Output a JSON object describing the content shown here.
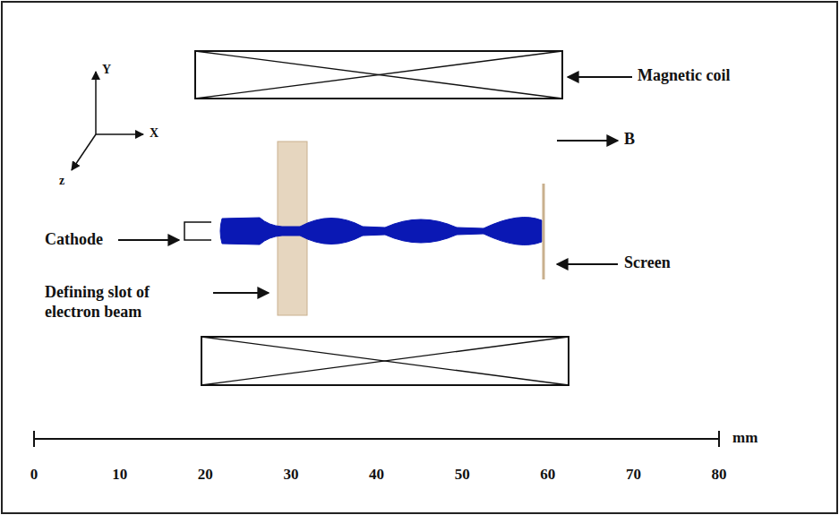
{
  "diagram": {
    "labels": [
      "Magnetic coil",
      "B",
      "Cathode",
      "Defining slot of electron beam",
      "Screen",
      "Y",
      "X",
      "z",
      "0",
      "10",
      "20",
      "30",
      "40",
      "50",
      "60",
      "70",
      "80",
      "mm"
    ]
  }
}
